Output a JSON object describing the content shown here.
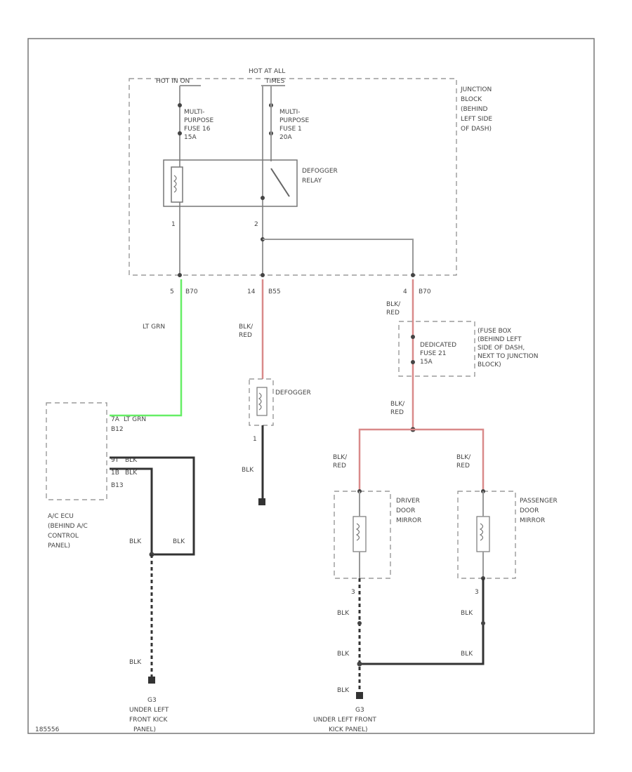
{
  "diagram": {
    "top_label": "HOT AT ALL",
    "top_label_sub": "TIMES",
    "hot_left": "HOT IN ON",
    "junction_block": [
      "JUNCTION",
      "BLOCK",
      "(BEHIND",
      "LEFT SIDE",
      "OF DASH)"
    ],
    "fuse_left": [
      "MULTI-",
      "PURPOSE",
      "FUSE 16",
      "15A"
    ],
    "fuse_right": [
      "MULTI-",
      "PURPOSE",
      "FUSE 1",
      "20A"
    ],
    "relay": [
      "DEFOGGER",
      "RELAY"
    ],
    "pin_1": "1",
    "pin_2": "2",
    "conn_left_pin": "5",
    "conn_left_id": "B70",
    "conn_mid_pin": "14",
    "conn_mid_id": "B55",
    "conn_right_pin": "4",
    "conn_right_id": "B70",
    "wire_lt_grn": "LT GRN",
    "wire_blk_red": [
      "BLK/",
      "RED"
    ],
    "fuse_box": [
      "(FUSE BOX",
      "(BEHIND LEFT",
      "SIDE OF DASH,",
      "NEXT TO JUNCTION",
      "BLOCK)"
    ],
    "dedicated_fuse": [
      "DEDICATED",
      "FUSE 21",
      "15A"
    ],
    "defogger": "DEFOGGER",
    "defogger_pin": "1",
    "blk": "BLK",
    "ac_pin_top": "7A",
    "ac_wire_top": "LT GRN",
    "ac_conn_top": "B12",
    "ac_pin_mid": "9T",
    "ac_pin_low": "1B",
    "ac_conn_low": "B13",
    "ac_ecu": [
      "A/C ECU",
      "(BEHIND A/C",
      "CONTROL",
      "PANEL)"
    ],
    "driver_mirror": [
      "DRIVER",
      "DOOR",
      "MIRROR"
    ],
    "pass_mirror": [
      "PASSENGER",
      "DOOR",
      "MIRROR"
    ],
    "mirror_pin": "3",
    "ground_left_id": "G3",
    "ground_left": [
      "UNDER LEFT",
      "FRONT KICK",
      "PANEL)"
    ],
    "ground_right_id": "G3",
    "ground_right": [
      "UNDER LEFT FRONT",
      "KICK PANEL)"
    ],
    "figure_id": "185556"
  }
}
